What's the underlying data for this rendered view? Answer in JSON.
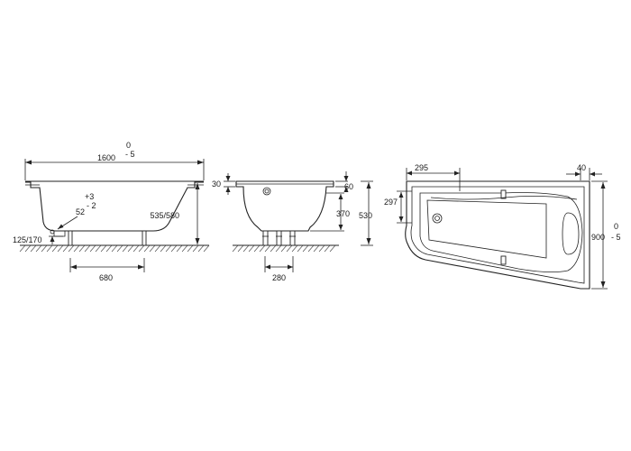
{
  "side_view": {
    "length": "1600",
    "length_tol_plus": "0",
    "length_tol_minus": "- 5",
    "height": "535/580",
    "drain_offset": "52",
    "drain_tol_plus": "+3",
    "drain_tol_minus": "- 2",
    "drain_height": "125/170",
    "leg_spacing": "680"
  },
  "end_view": {
    "rim_thickness": "30",
    "rim_width": "60",
    "depth": "370",
    "total_height": "530",
    "leg_spacing": "280"
  },
  "plan_view": {
    "top_offset": "295",
    "right_offset": "40",
    "inner_width": "297",
    "width": "900",
    "width_tol_plus": "0",
    "width_tol_minus": "- 5"
  }
}
